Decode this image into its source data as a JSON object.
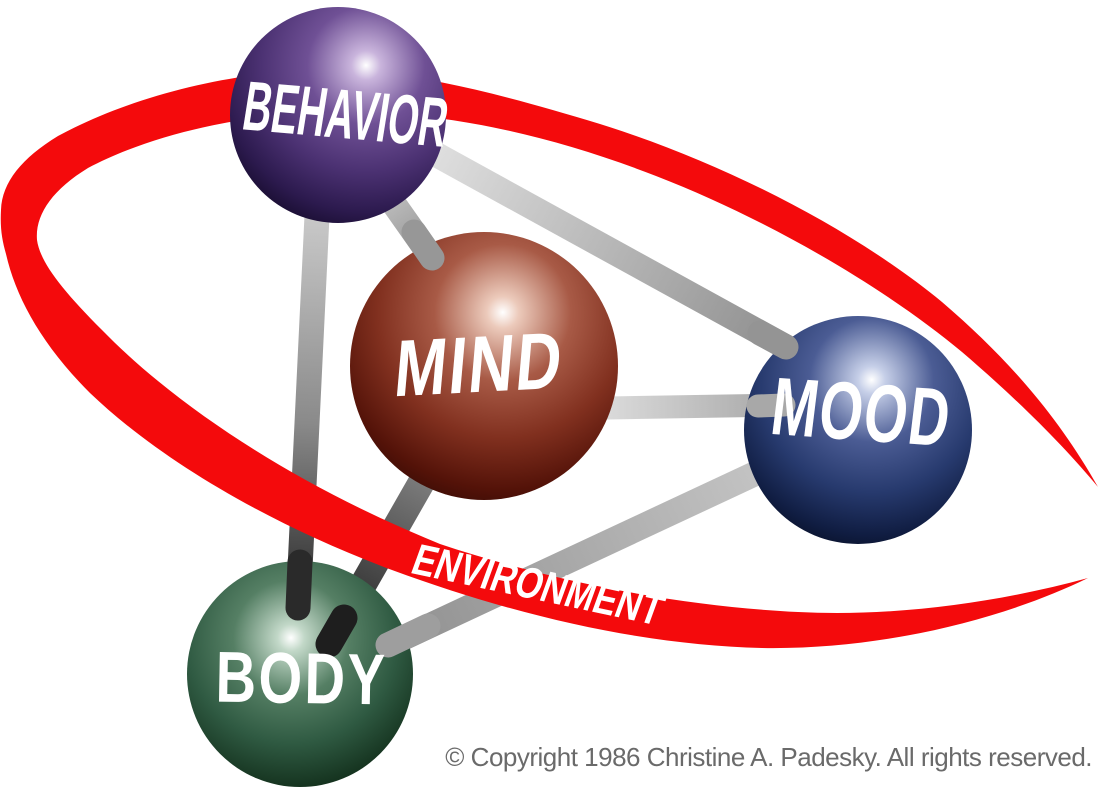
{
  "diagram": {
    "nodes": [
      {
        "id": "behavior",
        "label": "BEHAVIOR",
        "color": "#4a2f68"
      },
      {
        "id": "mind",
        "label": "MIND",
        "color": "#8a3a2c"
      },
      {
        "id": "mood",
        "label": "MOOD",
        "color": "#2b3a68"
      },
      {
        "id": "body",
        "label": "BODY",
        "color": "#33604a"
      }
    ],
    "label_color": "#ffffff",
    "ring": {
      "label": "ENVIRONMENT",
      "color": "#f40a0c",
      "text_color": "#ffffff"
    },
    "connector_color": "#b0b0b0",
    "connections": [
      {
        "from": "BEHAVIOR",
        "to": "MIND"
      },
      {
        "from": "BEHAVIOR",
        "to": "MOOD"
      },
      {
        "from": "BEHAVIOR",
        "to": "BODY"
      },
      {
        "from": "MIND",
        "to": "MOOD"
      },
      {
        "from": "MIND",
        "to": "BODY"
      },
      {
        "from": "MOOD",
        "to": "BODY"
      }
    ]
  },
  "footer": {
    "copyright": "© Copyright 1986 Christine A. Padesky. All rights reserved.",
    "color": "#6a6a6a"
  }
}
